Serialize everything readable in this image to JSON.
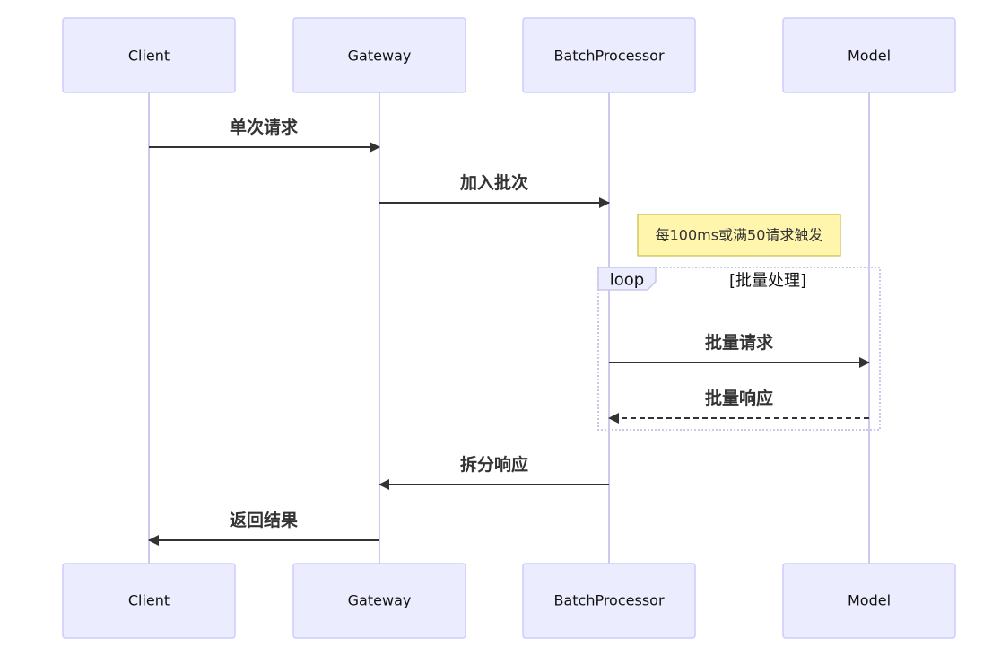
{
  "diagram": {
    "participants": [
      {
        "id": "client",
        "label": "Client"
      },
      {
        "id": "gateway",
        "label": "Gateway"
      },
      {
        "id": "batch",
        "label": "BatchProcessor"
      },
      {
        "id": "model",
        "label": "Model"
      }
    ],
    "messages": [
      {
        "from": "client",
        "to": "gateway",
        "label": "单次请求",
        "style": "solid"
      },
      {
        "from": "gateway",
        "to": "batch",
        "label": "加入批次",
        "style": "solid"
      },
      {
        "from": "batch",
        "to": "model",
        "label": "批量请求",
        "style": "solid"
      },
      {
        "from": "model",
        "to": "batch",
        "label": "批量响应",
        "style": "dashed"
      },
      {
        "from": "batch",
        "to": "gateway",
        "label": "拆分响应",
        "style": "solid"
      },
      {
        "from": "gateway",
        "to": "client",
        "label": "返回结果",
        "style": "solid"
      }
    ],
    "note": {
      "text": "每100ms或满50请求触发"
    },
    "loop": {
      "keyword": "loop",
      "condition": "[批量处理]"
    },
    "colors": {
      "actor_fill": "#ECECFF",
      "actor_border": "#CCCCFF",
      "lifeline": "#CFC9F0",
      "line": "#333333",
      "note_fill": "#FFF5AD",
      "note_border": "#CCBC45"
    }
  }
}
